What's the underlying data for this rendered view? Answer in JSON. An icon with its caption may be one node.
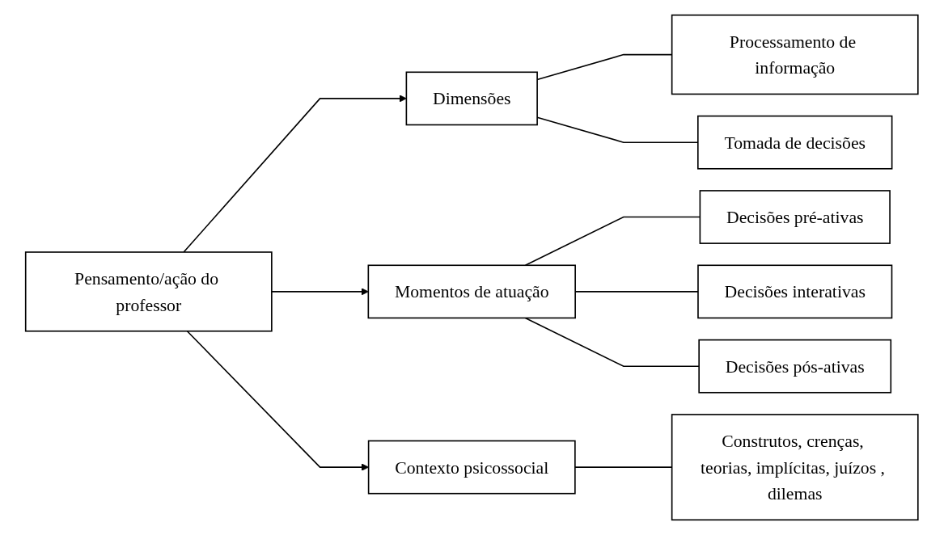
{
  "diagram": {
    "nodes": [
      {
        "text": [
          "Pensamento/ação do professor"
        ]
      },
      {
        "text": [
          "Dimensões"
        ]
      },
      {
        "text": [
          "Processamento de informação"
        ]
      },
      {
        "text": [
          "Tomada de decisões"
        ]
      },
      {
        "text": [
          "Momentos de atuação"
        ]
      },
      {
        "text": [
          "Decisões pré-ativas"
        ]
      },
      {
        "text": [
          "Decisões interativas"
        ]
      },
      {
        "text": [
          "Decisões pós-ativas"
        ]
      },
      {
        "text": [
          "Contexto psicossocial"
        ]
      },
      {
        "text": [
          "Construtos, crenças, teorias, implícitas, juízos , dilemas"
        ]
      }
    ],
    "edges": [
      {
        "from": 0,
        "to": 1,
        "arrow": "to"
      },
      {
        "from": 0,
        "to": 4,
        "arrow": "to"
      },
      {
        "from": 0,
        "to": 8,
        "arrow": "to"
      },
      {
        "from": 1,
        "to": 2,
        "arrow": "none"
      },
      {
        "from": 1,
        "to": 3,
        "arrow": "none"
      },
      {
        "from": 4,
        "to": 5,
        "arrow": "none"
      },
      {
        "from": 4,
        "to": 6,
        "arrow": "none"
      },
      {
        "from": 4,
        "to": 7,
        "arrow": "none"
      },
      {
        "from": 8,
        "to": 9,
        "arrow": "none"
      }
    ]
  }
}
